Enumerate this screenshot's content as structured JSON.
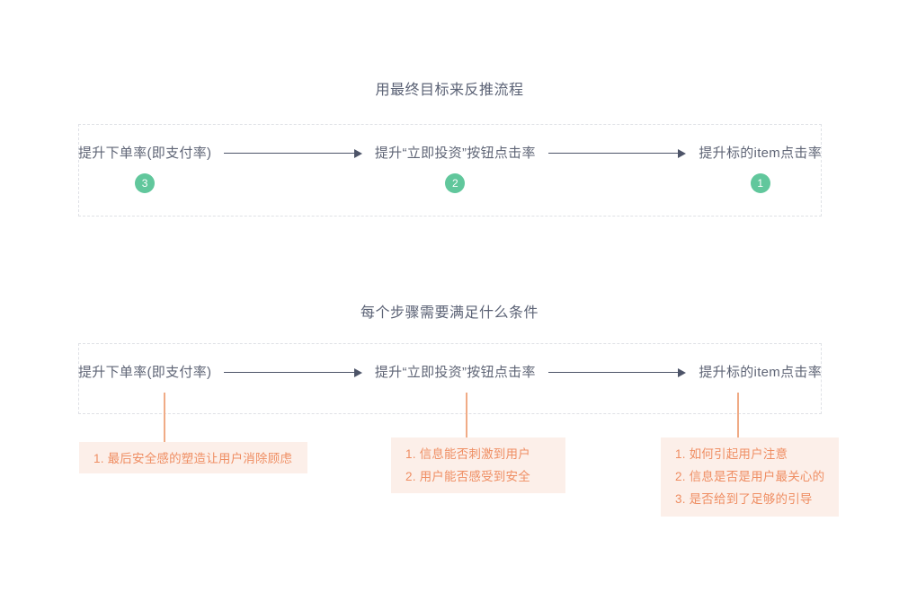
{
  "page": {
    "background": "#ffffff",
    "title_color": "#5b6275",
    "node_text_color": "#5f6576",
    "badge_color": "#61c79c",
    "arrow_color": "#4d5468",
    "note_bg_color": "#fcefe9",
    "note_text_color": "#ef8e63",
    "connector_color": "#f0ab86",
    "panel_border_color": "#dfe1e6"
  },
  "sections": [
    {
      "title": "用最终目标来反推流程",
      "nodes": [
        {
          "label": "提升下单率(即支付率)",
          "badge": "3"
        },
        {
          "label": "提升“立即投资”按钮点击率",
          "badge": "2"
        },
        {
          "label": "提升标的item点击率",
          "badge": "1"
        }
      ]
    },
    {
      "title": "每个步骤需要满足什么条件",
      "nodes": [
        {
          "label": "提升下单率(即支付率)"
        },
        {
          "label": "提升“立即投资”按钮点击率"
        },
        {
          "label": "提升标的item点击率"
        }
      ],
      "notes": [
        {
          "lines": [
            "1. 最后安全感的塑造让用户消除顾虑"
          ]
        },
        {
          "lines": [
            "1. 信息能否刺激到用户",
            "2. 用户能否感受到安全"
          ]
        },
        {
          "lines": [
            "1. 如何引起用户注意",
            "2. 信息是否是用户最关心的",
            "3. 是否给到了足够的引导"
          ]
        }
      ]
    }
  ]
}
